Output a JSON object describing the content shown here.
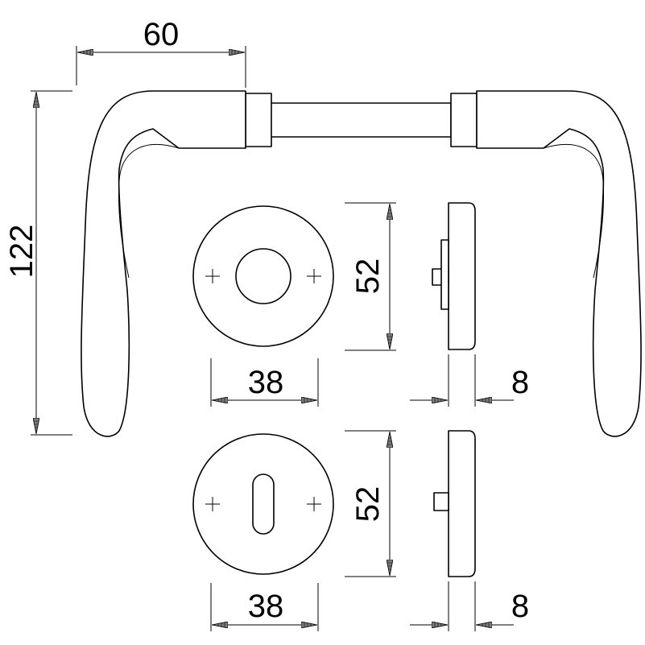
{
  "colors": {
    "line": "#000000",
    "background": "#ffffff",
    "arrow_fill": "#7a7a7a"
  },
  "dimensions": {
    "handle_reach": "60",
    "handle_height": "122",
    "rose_round_height": "52",
    "rose_round_width": "38",
    "rose_round_depth": "8",
    "rose_key_height": "52",
    "rose_key_width": "38",
    "rose_key_depth": "8"
  }
}
